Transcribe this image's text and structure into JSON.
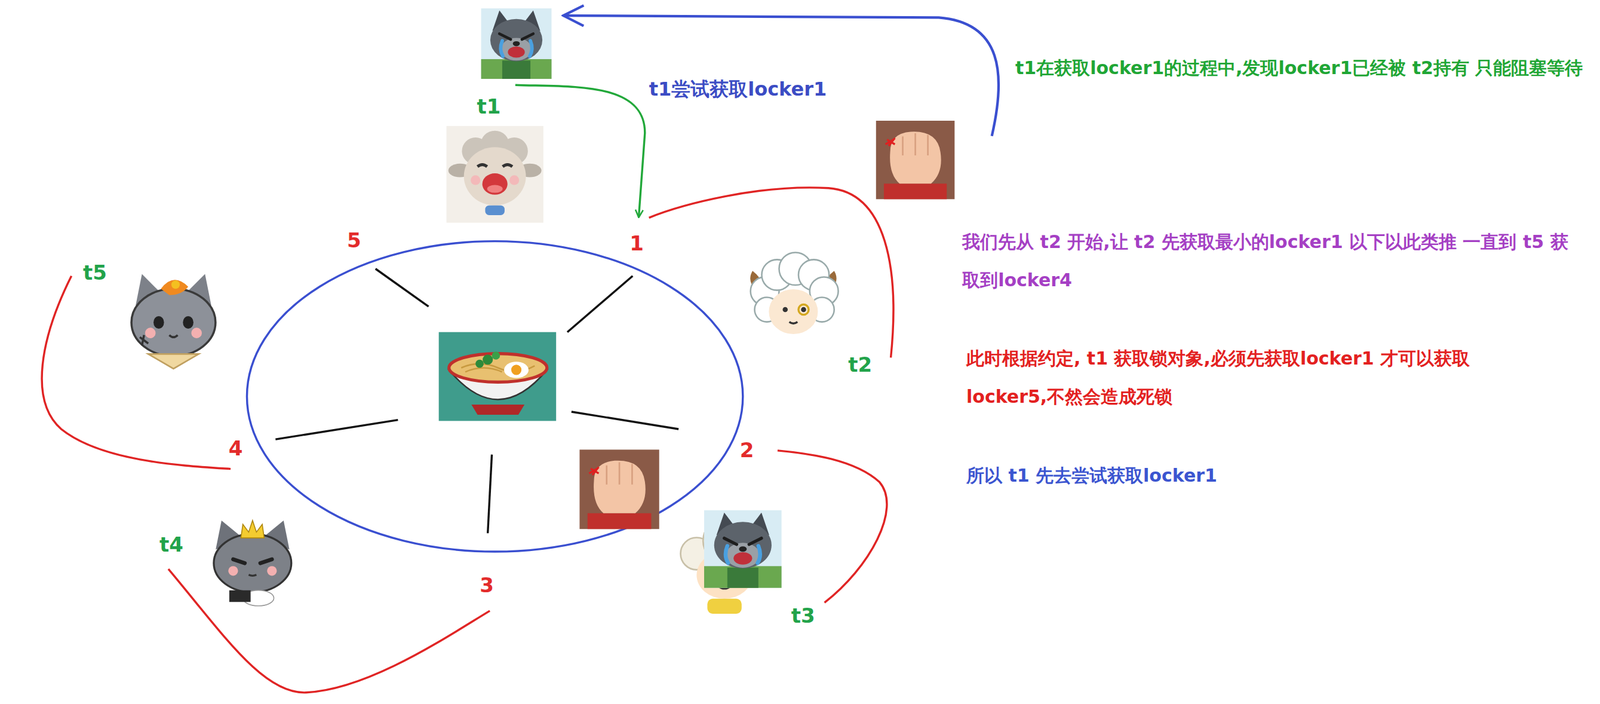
{
  "diagram": {
    "labels": [
      "t1尝试获取locker1",
      "t1在获取locker1的过程中,发现locker1已经被 t2持有 只能阻塞等待",
      "t1",
      "5",
      "1",
      "t5",
      "我们先从 t2 开始,让 t2 先获取最小的locker1 以下以此类推 一直到 t5 获取到locker4",
      "t2",
      "此时根据约定, t1 获取锁对象,必须先获取locker1 才可以获取locker5,不然会造成死锁",
      "4",
      "2",
      "所以 t1 先去尝试获取locker1",
      "t4",
      "3",
      "t3"
    ]
  }
}
